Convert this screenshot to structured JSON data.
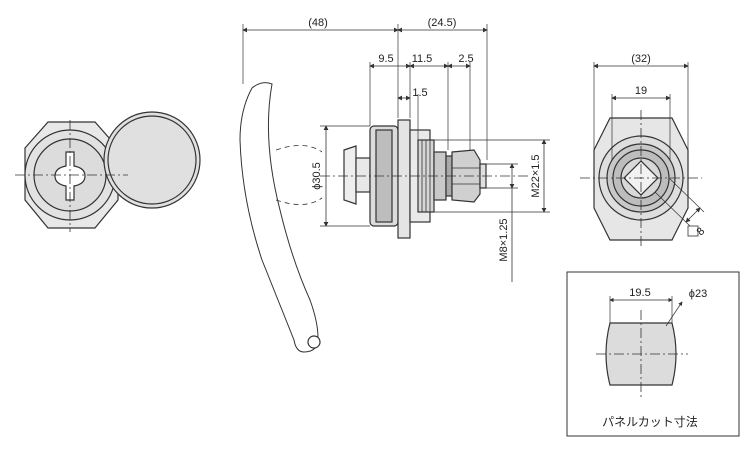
{
  "dimensions": {
    "overall_48": "(48)",
    "head_24_5": "(24.5)",
    "d_9_5": "9.5",
    "d_11_5": "11.5",
    "d_2_5": "2.5",
    "d_1_5": "1.5",
    "dia_30_5": "ϕ30.5",
    "thread_m22": "M22×1.5",
    "thread_m8": "M8×1.25",
    "width_32": "(32)",
    "width_19": "19",
    "square_8": "8"
  },
  "panel_cutout": {
    "width": "19.5",
    "diameter": "ϕ23",
    "caption": "パネルカット寸法"
  },
  "colors": {
    "line": "#333333",
    "fill_light": "#e6e6e6",
    "fill_mid": "#cccccc",
    "fill_dark": "#8a8a8a"
  }
}
